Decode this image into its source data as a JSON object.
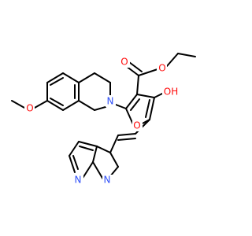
{
  "colors": {
    "bond": "#000000",
    "oxygen": "#ff0d0d",
    "nitrogen": "#3050f8",
    "background": "#ffffff"
  },
  "atom_labels": {
    "ester_o_carbonyl": "O",
    "ester_o_ether": "O",
    "furan_o": "O",
    "hydroxyl": "OH",
    "methoxy_o": "O",
    "isoquinoline_n": "N",
    "pyridine_n": "N",
    "pyrrole_n": "N"
  }
}
